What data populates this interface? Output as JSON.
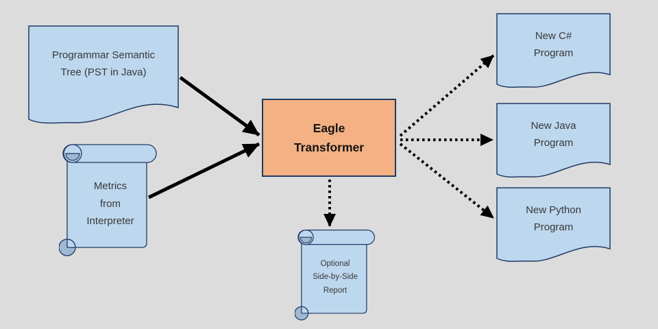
{
  "diagram": {
    "background": "#dcdcdc",
    "colors": {
      "node_fill": "#bdd7ee",
      "accent_fill": "#f4b183",
      "border": "#203a64",
      "scroll_curl": "#9fb8d4",
      "text": "#383838",
      "arrow": "#000000"
    },
    "nodes": {
      "pst": {
        "shape": "document",
        "label": "Programmar Semantic\nTree (PST in Java)"
      },
      "metrics": {
        "shape": "vertical-scroll",
        "label": "Metrics\nfrom\nInterpreter"
      },
      "transformer": {
        "shape": "rectangle",
        "label": "Eagle\nTransformer"
      },
      "csharp": {
        "shape": "document",
        "label": "New C#\nProgram"
      },
      "java": {
        "shape": "document",
        "label": "New Java\nProgram"
      },
      "python": {
        "shape": "document",
        "label": "New Python\nProgram"
      },
      "report": {
        "shape": "vertical-scroll",
        "label": "Optional\nSide-by-Side\nReport"
      }
    },
    "edges": [
      {
        "from": "pst",
        "to": "transformer",
        "style": "solid"
      },
      {
        "from": "metrics",
        "to": "transformer",
        "style": "solid"
      },
      {
        "from": "transformer",
        "to": "csharp",
        "style": "dotted"
      },
      {
        "from": "transformer",
        "to": "java",
        "style": "dotted"
      },
      {
        "from": "transformer",
        "to": "python",
        "style": "dotted"
      },
      {
        "from": "transformer",
        "to": "report",
        "style": "dotted"
      }
    ]
  }
}
